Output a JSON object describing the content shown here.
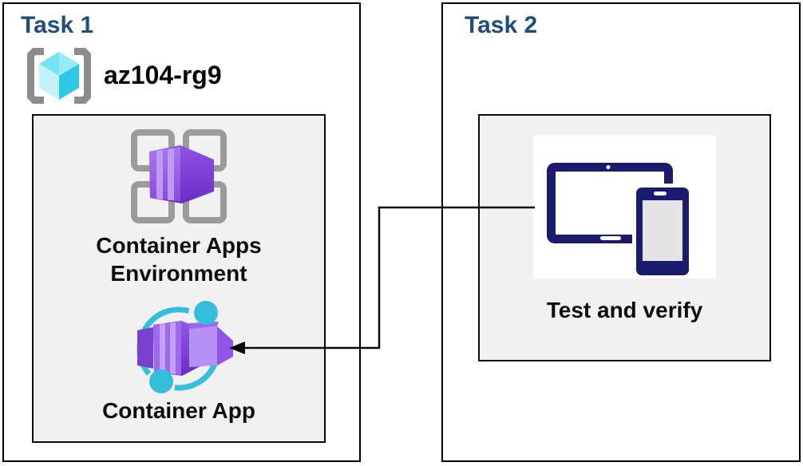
{
  "task1": {
    "title": "Task 1",
    "resource_group": {
      "name": "az104-rg9",
      "icon": "azure-resource-group-icon"
    },
    "environment": {
      "label_line1": "Container Apps",
      "label_line2": "Environment",
      "icon": "container-apps-environment-icon"
    },
    "app": {
      "label": "Container App",
      "icon": "container-app-icon"
    }
  },
  "task2": {
    "title": "Task 2",
    "verify": {
      "label": "Test and verify",
      "icon": "tablet-and-phone-icon"
    }
  },
  "connector": {
    "type": "elbow-arrow",
    "from": "tablet-and-phone-icon",
    "to": "container-app-icon"
  },
  "colors": {
    "task_title": "#1F4E79",
    "label_text": "#0d0d0d",
    "box_border": "#000000",
    "panel_background": "#F1F1F2",
    "bracket_gray": "#8C8C8C",
    "cube_cyan_light": "#C2F3FB",
    "cube_cyan_dark": "#2FC8E6",
    "grid_gray": "#9B9B9B",
    "container_purple_light": "#BE9BF2",
    "container_purple": "#8F52E5",
    "container_purple_dark": "#6B2EC5",
    "apps_teal": "#35BEDC",
    "device_navy": "#1B1B6E",
    "device_screen_gray": "#E4E4E4"
  }
}
